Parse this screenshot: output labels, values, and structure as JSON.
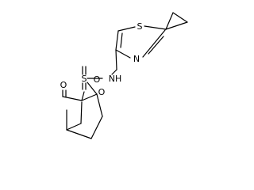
{
  "molecule": {
    "atoms": {
      "S_thiazole": "S",
      "N_thiazole": "N",
      "NH": "NH",
      "S_sulfonyl": "S",
      "O_upper": "O",
      "O_lower": "O",
      "O_ketone": "O"
    }
  }
}
